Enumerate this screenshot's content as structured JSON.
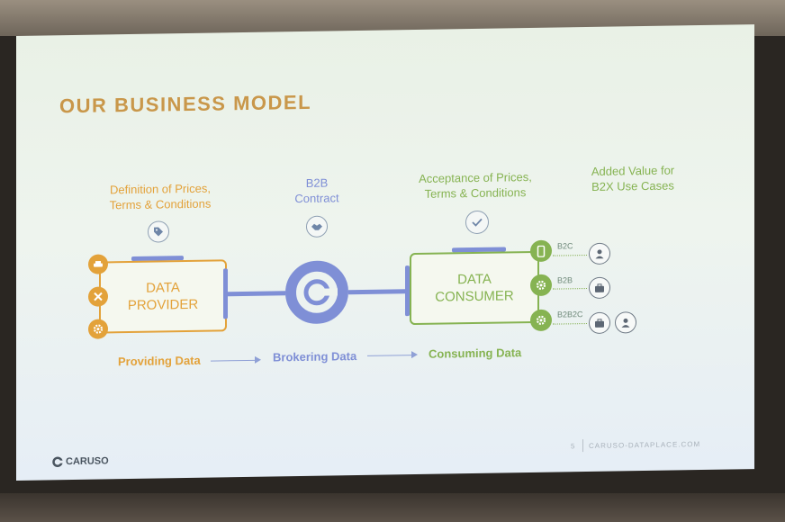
{
  "slide": {
    "title": "OUR BUSINESS MODEL",
    "provider": {
      "heading_line1": "Definition of Prices,",
      "heading_line2": "Terms & Conditions",
      "box_line1": "DATA",
      "box_line2": "PROVIDER",
      "flow_label": "Providing Data"
    },
    "broker": {
      "heading_line1": "B2B",
      "heading_line2": "Contract",
      "flow_label": "Brokering Data"
    },
    "consumer": {
      "heading_line1": "Acceptance of Prices,",
      "heading_line2": "Terms & Conditions",
      "box_line1": "DATA",
      "box_line2": "CONSUMER",
      "flow_label": "Consuming Data"
    },
    "value": {
      "heading_line1": "Added Value for",
      "heading_line2": "B2X Use Cases",
      "rows": [
        "B2C",
        "B2B",
        "B2B2C"
      ]
    },
    "footer": {
      "logo": "CARUSO",
      "page": "5",
      "site": "CARUSO-DATAPLACE.COM"
    }
  },
  "colors": {
    "provider": "#e3a23a",
    "broker": "#7f8fd6",
    "consumer": "#86b352"
  },
  "icons": [
    "price-tag-icon",
    "handshake-icon",
    "check-icon",
    "car-icon",
    "tools-icon",
    "gear-icon",
    "phone-icon",
    "user-icon",
    "briefcase-icon"
  ]
}
